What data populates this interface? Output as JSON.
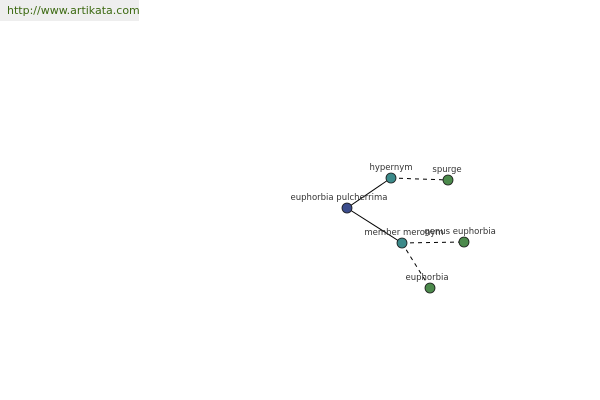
{
  "header": {
    "url": "http://www.artikata.com"
  },
  "colors": {
    "url_text": "#3d6a12",
    "url_background": "#eeeeee",
    "root_node": "#3b4c8c",
    "relation_node": "#3c8a8a",
    "leaf_node": "#4c8a4c",
    "edge": "#000000",
    "label": "#333333"
  },
  "graph": {
    "nodes": [
      {
        "id": "root",
        "label": "euphorbia pulcherrima",
        "kind": "root"
      },
      {
        "id": "hypernym",
        "label": "hypernym",
        "kind": "relation"
      },
      {
        "id": "spurge",
        "label": "spurge",
        "kind": "leaf"
      },
      {
        "id": "member-meronym",
        "label": "member meronym",
        "kind": "relation"
      },
      {
        "id": "genus-euphorbia",
        "label": "genus euphorbia",
        "kind": "leaf"
      },
      {
        "id": "euphorbia",
        "label": "euphorbia",
        "kind": "leaf"
      }
    ],
    "edges": [
      {
        "from": "root",
        "to": "hypernym",
        "style": "solid"
      },
      {
        "from": "root",
        "to": "member-meronym",
        "style": "solid"
      },
      {
        "from": "hypernym",
        "to": "spurge",
        "style": "dashed"
      },
      {
        "from": "member-meronym",
        "to": "genus-euphorbia",
        "style": "dashed"
      },
      {
        "from": "member-meronym",
        "to": "euphorbia",
        "style": "dashed"
      }
    ]
  }
}
